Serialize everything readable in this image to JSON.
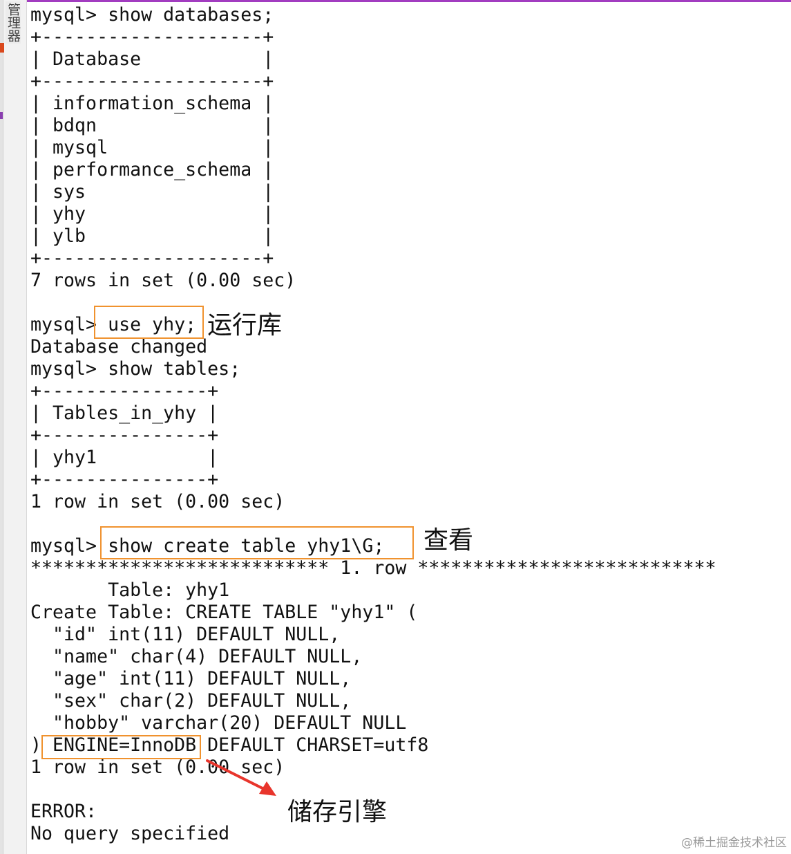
{
  "sidebar": {
    "label": "管理器"
  },
  "terminal": {
    "lines": [
      "mysql> show databases;",
      "+--------------------+",
      "| Database           |",
      "+--------------------+",
      "| information_schema |",
      "| bdqn               |",
      "| mysql              |",
      "| performance_schema |",
      "| sys                |",
      "| yhy                |",
      "| ylb                |",
      "+--------------------+",
      "7 rows in set (0.00 sec)",
      "",
      "mysql> use yhy;",
      "Database changed",
      "mysql> show tables;",
      "+---------------+",
      "| Tables_in_yhy |",
      "+---------------+",
      "| yhy1          |",
      "+---------------+",
      "1 row in set (0.00 sec)",
      "",
      "mysql> show create table yhy1\\G;",
      "*************************** 1. row ***************************",
      "       Table: yhy1",
      "Create Table: CREATE TABLE \"yhy1\" (",
      "  \"id\" int(11) DEFAULT NULL,",
      "  \"name\" char(4) DEFAULT NULL,",
      "  \"age\" int(11) DEFAULT NULL,",
      "  \"sex\" char(2) DEFAULT NULL,",
      "  \"hobby\" varchar(20) DEFAULT NULL",
      ") ENGINE=InnoDB DEFAULT CHARSET=utf8",
      "1 row in set (0.00 sec)",
      "",
      "ERROR:",
      "No query specified"
    ]
  },
  "annotations": {
    "run_db": "运行库",
    "view": "查看",
    "storage_engine": "储存引擎"
  },
  "colors": {
    "highlight": "#f0922e",
    "arrow": "#e8352c",
    "accent": "#a23cc0"
  },
  "watermark": "@稀土掘金技术社区"
}
